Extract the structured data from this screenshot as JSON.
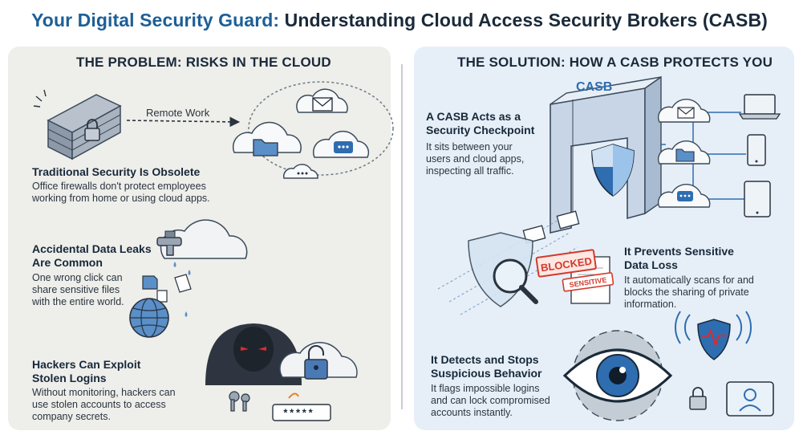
{
  "title": {
    "part1": "Your Digital Security Guard:",
    "part2": "Understanding Cloud Access Security Brokers (CASB)"
  },
  "left": {
    "heading": "THE PROBLEM: RISKS IN THE CLOUD",
    "remote_label": "Remote Work",
    "items": [
      {
        "title": "Traditional Security Is Obsolete",
        "desc": [
          "Office firewalls don't protect employees",
          "working from home or using cloud apps."
        ]
      },
      {
        "title": [
          "Accidental Data Leaks",
          "Are Common"
        ],
        "desc": [
          "One wrong click can",
          "share sensitive files",
          "with the entire world."
        ]
      },
      {
        "title": [
          "Hackers Can Exploit",
          "Stolen Logins"
        ],
        "desc": [
          "Without monitoring, hackers can",
          "use stolen accounts to access",
          "company secrets."
        ]
      }
    ],
    "password_mask": "*****"
  },
  "right": {
    "heading": "THE SOLUTION: HOW A CASB PROTECTS YOU",
    "casb_label": "CASB",
    "items": [
      {
        "title": [
          "A CASB Acts as a",
          "Security Checkpoint"
        ],
        "desc": [
          "It sits between your",
          "users and cloud apps,",
          "inspecting all traffic."
        ]
      },
      {
        "title": [
          "It Prevents Sensitive",
          "Data Loss"
        ],
        "desc": [
          "It automatically scans for and",
          "blocks the sharing of private",
          "information."
        ]
      },
      {
        "title": [
          "It Detects and Stops",
          "Suspicious Behavior"
        ],
        "desc": [
          "It flags impossible logins",
          "and can lock compromised",
          "accounts instantly."
        ]
      }
    ],
    "stamp_blocked": "BLOCKED",
    "stamp_sensitive": "SENSITIVE"
  },
  "colors": {
    "title_accent": "#1d5f97",
    "left_panel": "#eeeeea",
    "right_panel": "#e6eff8",
    "blocked_red": "#d33a2c"
  }
}
